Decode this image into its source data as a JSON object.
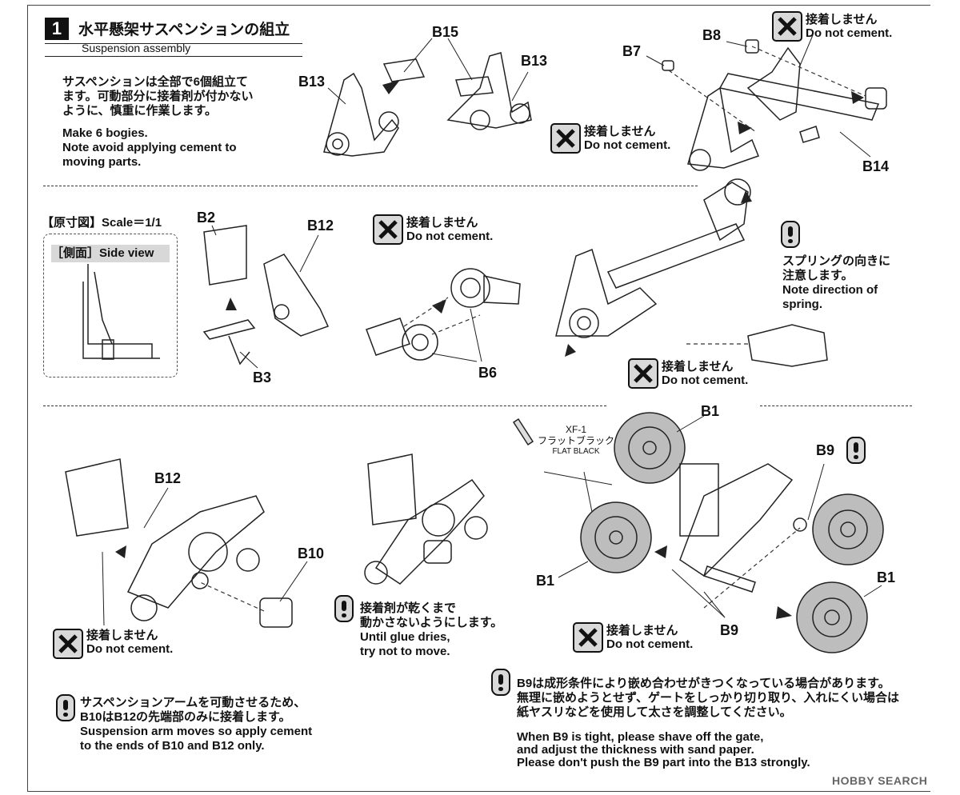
{
  "step": {
    "number": "1",
    "title_ja": "水平懸架サスペンションの組立",
    "title_en": "Suspension assembly"
  },
  "intro": {
    "ja_line1": "サスペンションは全部で6個組立て",
    "ja_line2": "ます。可動部分に接着剤が付かない",
    "ja_line3": "ように、慎重に作業します。",
    "en_line1": "Make 6 bogies.",
    "en_line2": "Note avoid applying cement to",
    "en_line3": "moving parts."
  },
  "no_cement": {
    "ja": "接着しません",
    "en": "Do not cement."
  },
  "parts": {
    "b1": "B1",
    "b2": "B2",
    "b3": "B3",
    "b6": "B6",
    "b7": "B7",
    "b8": "B8",
    "b9": "B9",
    "b10": "B10",
    "b12": "B12",
    "b13": "B13",
    "b14": "B14",
    "b15": "B15"
  },
  "scale": {
    "label": "【原寸図】Scale＝1/1",
    "side_view": "［側面］Side view"
  },
  "spring_note": {
    "ja_line1": "スプリングの向きに",
    "ja_line2": "注意します。",
    "en_line1": "Note direction of",
    "en_line2": "spring."
  },
  "paint": {
    "code": "XF-1",
    "name_ja": "フラットブラック",
    "name_en": "FLAT BLACK"
  },
  "glue_note": {
    "ja_line1": "接着剤が乾くまで",
    "ja_line2": "動かさないようにします。",
    "en_line1": "Until glue dries,",
    "en_line2": "try not to move."
  },
  "arm_note": {
    "ja_line1": "サスペンションアームを可動させるため、",
    "ja_line2": "B10はB12の先端部のみに接着します。",
    "en_line1": "Suspension arm moves so apply cement",
    "en_line2": "to the ends of B10 and B12 only."
  },
  "b9_note": {
    "ja_line1": "B9は成形条件により嵌め合わせがきつくなっている場合があります。",
    "ja_line2": "無理に嵌めようとせず、ゲートをしっかり切り取り、入れにくい場合は",
    "ja_line3": "紙ヤスリなどを使用して太さを調整してください。",
    "en_line1": "When B9 is tight, please shave off the gate,",
    "en_line2": "and adjust the thickness with sand paper.",
    "en_line3": "Please don't push the B9 part into the B13 strongly."
  },
  "watermark": "HOBBY SEARCH"
}
